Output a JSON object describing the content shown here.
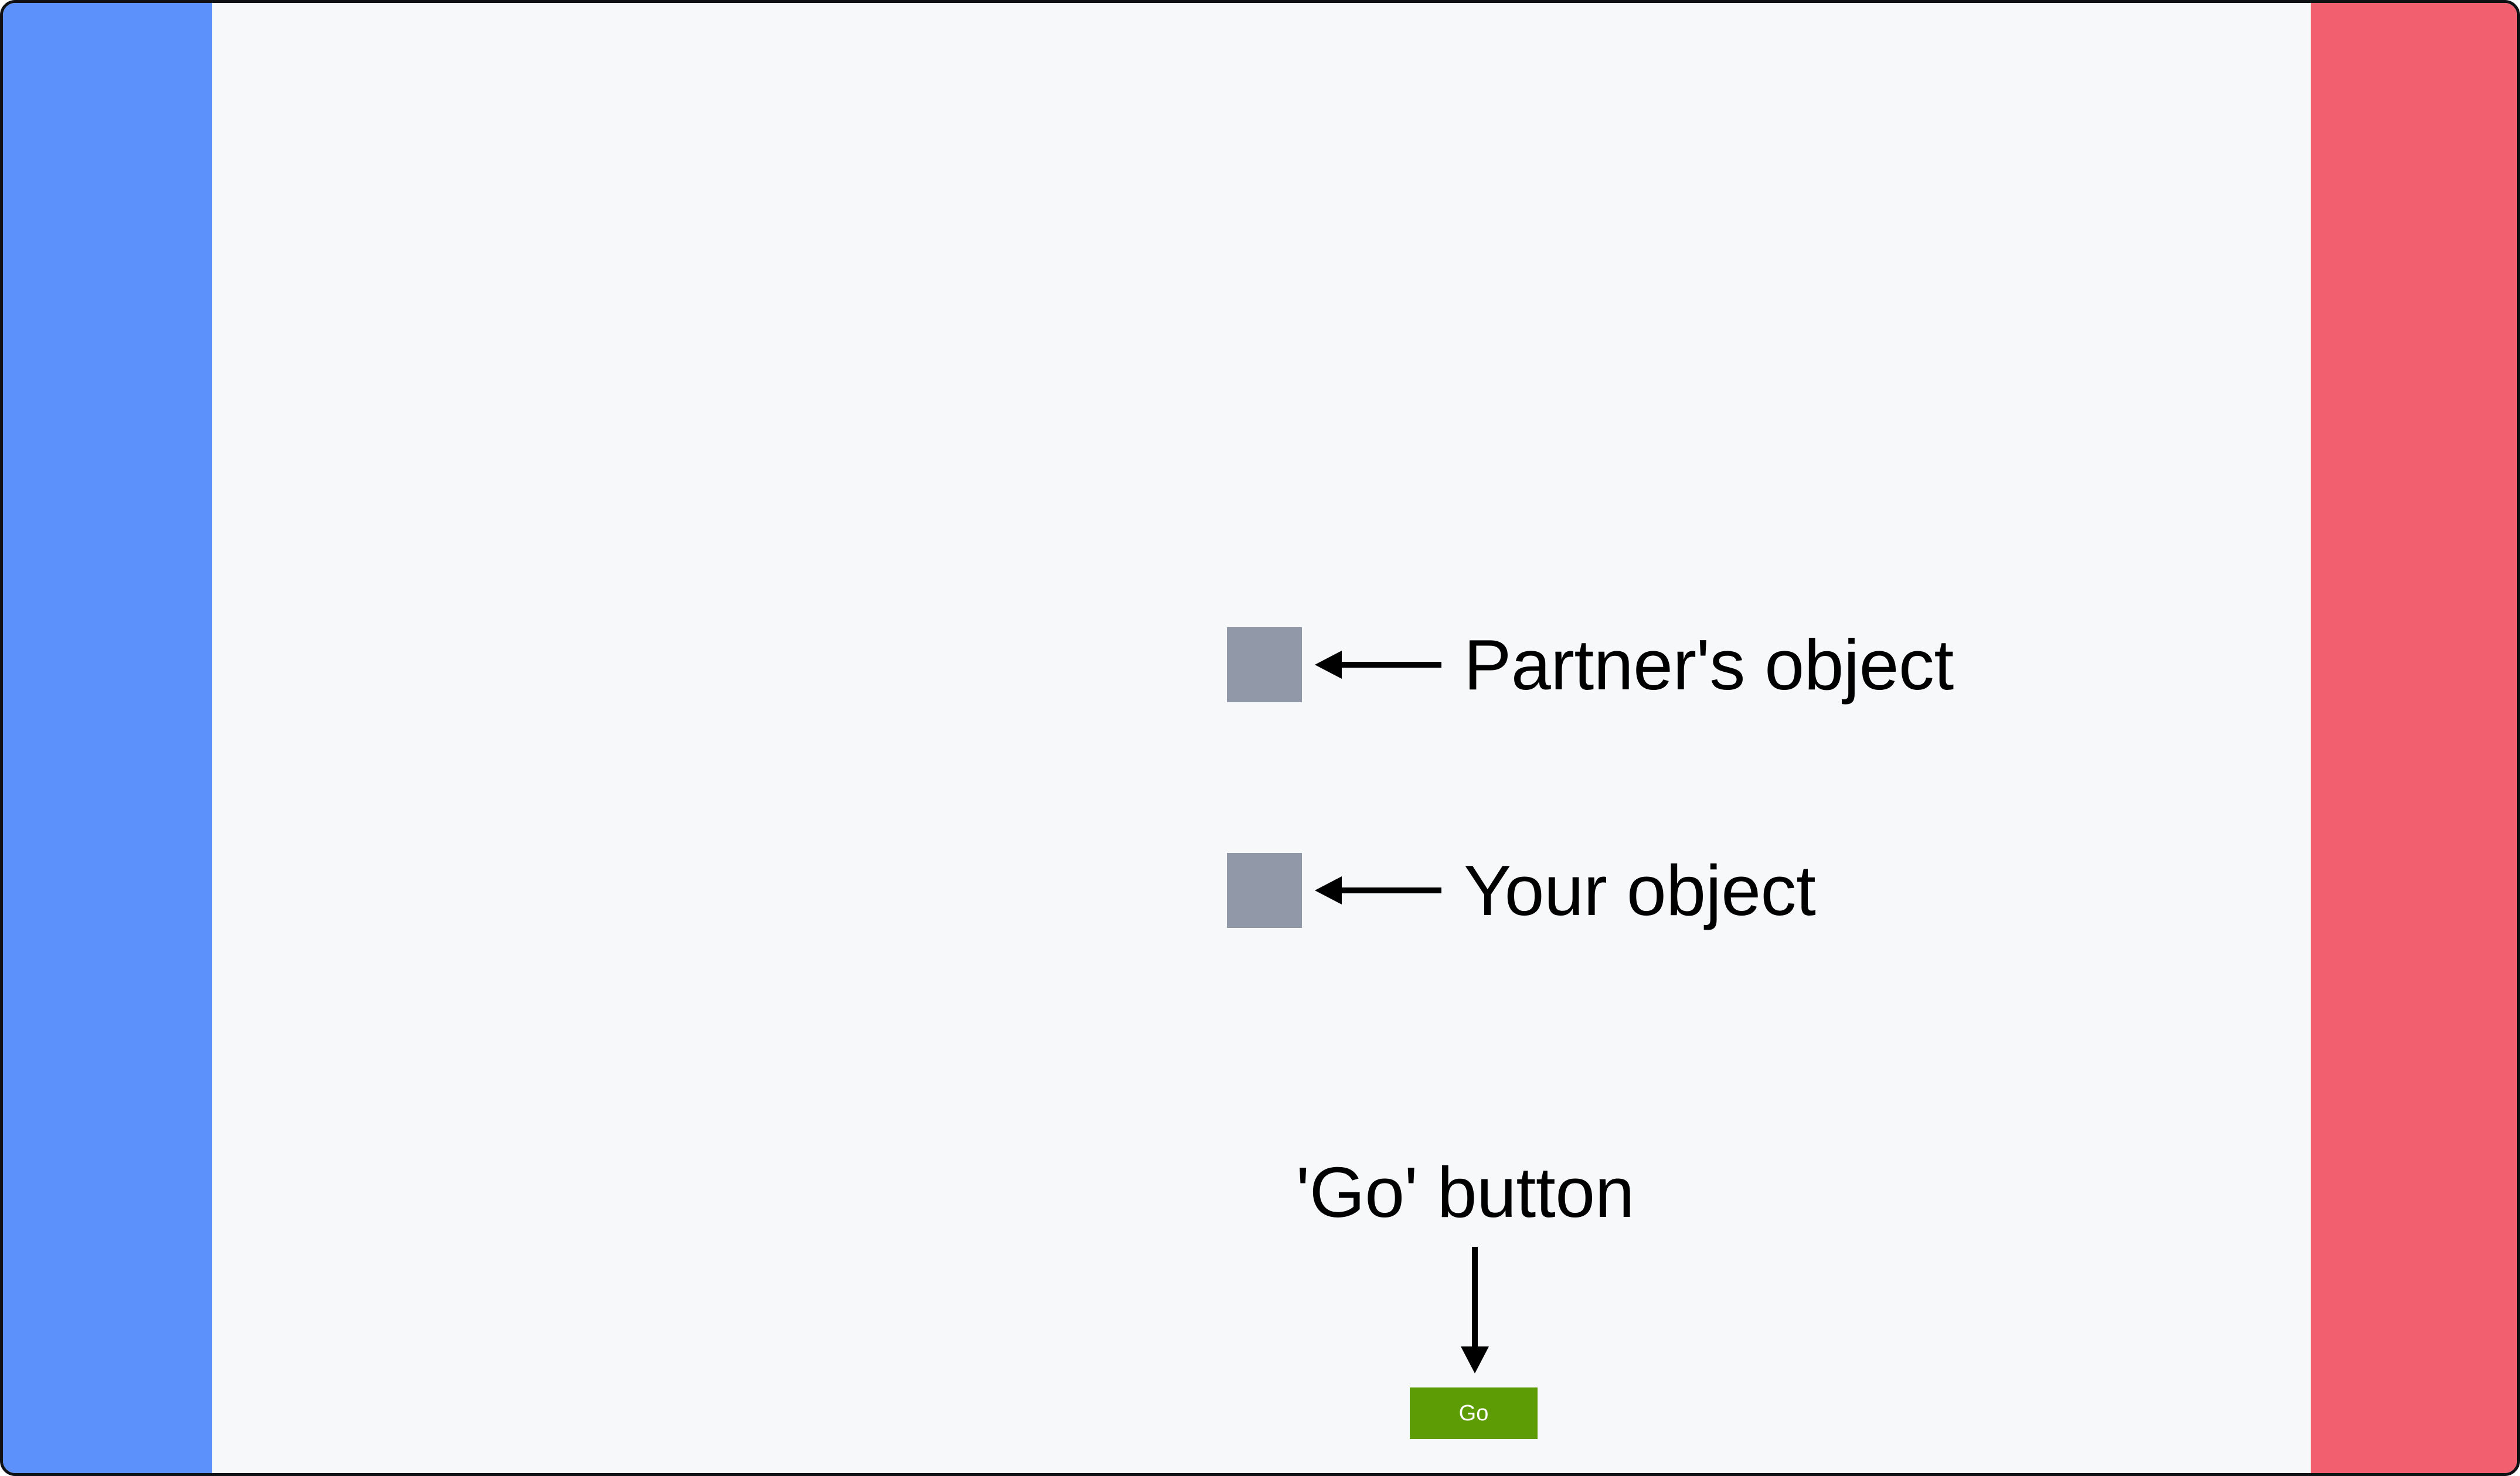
{
  "window": {
    "background_color": "#f6f8fa",
    "border_color": "#0f1115"
  },
  "left_panel": {
    "name": "left-player-zone",
    "color": "#5c90fb",
    "label": ""
  },
  "right_panel": {
    "name": "right-player-zone",
    "color": "#f2606f",
    "label": ""
  },
  "stage": {
    "object_color": "#9199a8",
    "callouts": [
      {
        "id": "partner-object",
        "label": "Partner's object",
        "arrow": "arrow-left-icon"
      },
      {
        "id": "your-object",
        "label": "Your object",
        "arrow": "arrow-left-icon"
      }
    ],
    "go_callout": {
      "label": "'Go' button",
      "arrow": "arrow-down-icon"
    },
    "go_button": {
      "label": "Go",
      "color": "#5e9c06",
      "text_color": "#ffffff"
    }
  }
}
